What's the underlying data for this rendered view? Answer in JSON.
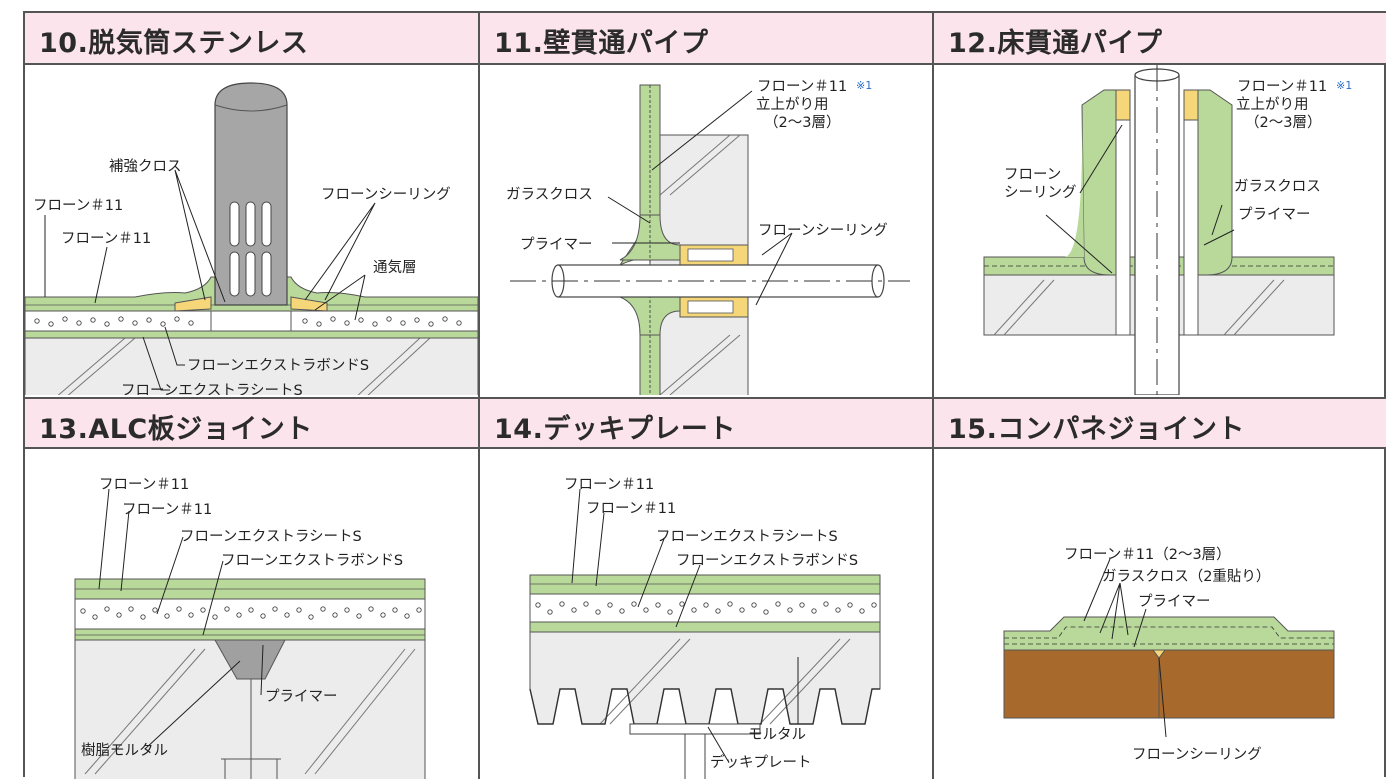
{
  "panels": [
    {
      "title": "10.脱気筒ステンレス",
      "labels": {
        "reinforce": "補強クロス",
        "fron_a": "フローン＃11",
        "fron_b": "フローン＃11",
        "sealing": "フローンシーリング",
        "vent": "通気層",
        "bond": "フローンエクストラボンドS",
        "sheet": "フローンエクストラシートS"
      }
    },
    {
      "title": "11.壁貫通パイプ",
      "labels": {
        "fron": "フローン＃11",
        "note": "※1",
        "riseup": "立上がり用",
        "layers": "（2〜3層）",
        "glass": "ガラスクロス",
        "primer": "プライマー",
        "sealing": "フローンシーリング"
      }
    },
    {
      "title": "12.床貫通パイプ",
      "labels": {
        "fron": "フローン＃11",
        "note": "※1",
        "riseup": "立上がり用",
        "layers": "（2〜3層）",
        "sealing1": "フローン",
        "sealing2": "シーリング",
        "glass": "ガラスクロス",
        "primer": "プライマー"
      }
    },
    {
      "title": "13.ALC板ジョイント",
      "labels": {
        "fron_a": "フローン＃11",
        "fron_b": "フローン＃11",
        "sheet": "フローンエクストラシートS",
        "bond": "フローンエクストラボンドS",
        "primer": "プライマー",
        "mortar": "樹脂モルタル"
      }
    },
    {
      "title": "14.デッキプレート",
      "labels": {
        "fron_a": "フローン＃11",
        "fron_b": "フローン＃11",
        "sheet": "フローンエクストラシートS",
        "bond": "フローンエクストラボンドS",
        "mortar": "モルタル",
        "deck": "デッキプレート"
      }
    },
    {
      "title": "15.コンパネジョイント",
      "labels": {
        "fron": "フローン＃11（2〜3層）",
        "glass": "ガラスクロス（2重貼り）",
        "primer": "プライマー",
        "sealing": "フローンシーリング"
      }
    }
  ],
  "colors": {
    "header_bg": "#fbe4ec",
    "membrane_green": "#b9d99b",
    "sealing_yellow": "#f5d77a",
    "concrete_gray": "#e8e8e8",
    "plywood_brown": "#a8692c",
    "steel_gray": "#a6a6a6"
  }
}
